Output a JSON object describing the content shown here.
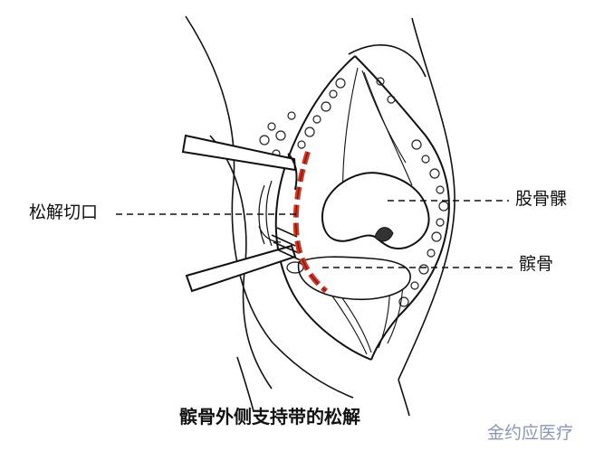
{
  "labels": {
    "left_incision": "松解切口",
    "right_femoral_condyle": "股骨髁",
    "right_patella": "髌骨"
  },
  "caption": "髌骨外侧支持带的松解",
  "watermark": "金约应医疗",
  "colors": {
    "ink": "#111111",
    "incision_red": "#d8321f",
    "watermark": "#8a97b8"
  }
}
